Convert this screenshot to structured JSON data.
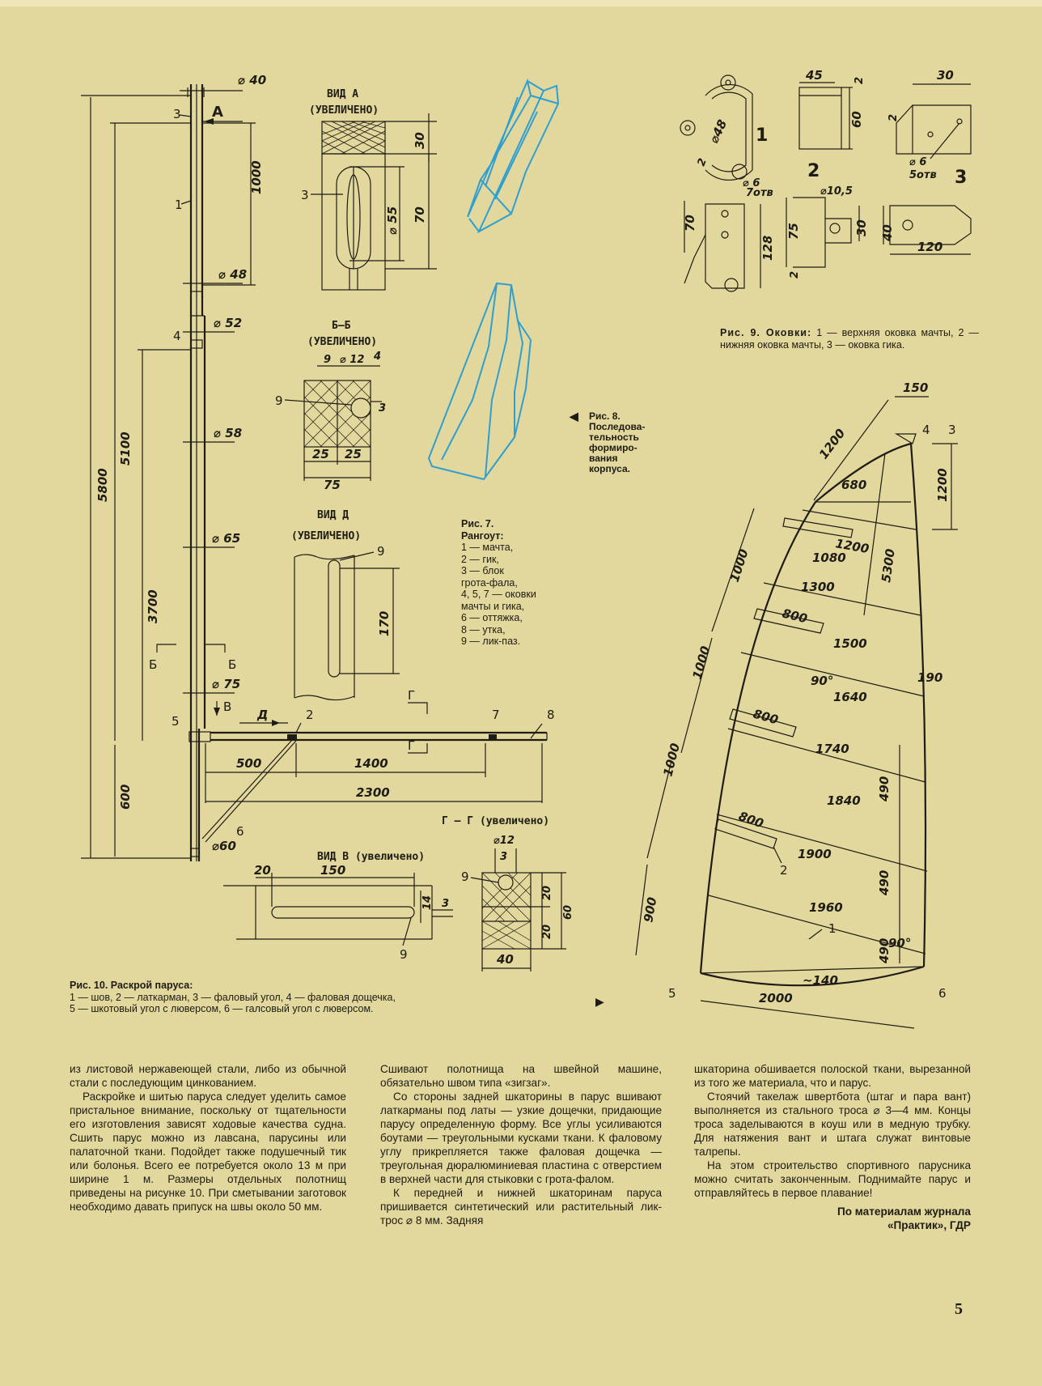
{
  "fig7": {
    "view_a_title": "ВИД А",
    "view_a_sub": "(УВЕЛИЧЕНО)",
    "section_bb_title": "Б–Б",
    "section_bb_sub": "(УВЕЛИЧЕНО)",
    "view_d_title": "ВИД Д",
    "view_d_sub": "(УВЕЛИЧЕНО)",
    "view_v_title": "ВИД В (увеличено)",
    "section_gg_title": "Г – Г (увеличено)",
    "caption_title": "Рис. 7.",
    "caption_sub": "Рангоут:",
    "caption_lines": [
      "1 — мачта,",
      "2 — гик,",
      "3 — блок",
      "грота-фала,",
      "4, 5, 7 — оковки",
      "мачты и гика,",
      "6 — оттяжка,",
      "8 — утка,",
      "9 — лик-паз."
    ],
    "dims": {
      "d40": "⌀ 40",
      "d48": "⌀ 48",
      "d52": "⌀ 52",
      "d58": "⌀ 58",
      "d65": "⌀ 65",
      "d75": "⌀ 75",
      "d60": "⌀60",
      "d55": "⌀ 55",
      "d12a": "⌀ 12",
      "d12b": "⌀12",
      "v1000": "1000",
      "v5800": "5800",
      "v5100": "5100",
      "v3700": "3700",
      "v600": "600",
      "v30": "30",
      "v70": "70",
      "v170": "170",
      "h9": "9",
      "h4": "4",
      "h3": "3",
      "h25a": "25",
      "h25b": "25",
      "h75": "75",
      "h500": "500",
      "h1400": "1400",
      "h2300": "2300",
      "h20": "20",
      "h150": "150",
      "h14": "14",
      "h3b": "3",
      "g3": "3",
      "g20a": "20",
      "g20b": "20",
      "g60": "60",
      "g40": "40"
    },
    "marks": {
      "m3": "3",
      "m1": "1",
      "m4": "4",
      "m5": "5",
      "m2": "2",
      "m7": "7",
      "m8": "8",
      "m6": "6",
      "m9a": "9",
      "m9b": "9",
      "m9c": "9",
      "m9d": "9",
      "m3b": "3",
      "a": "А",
      "b1": "Б",
      "b2": "Б",
      "v": "В",
      "d": "Д",
      "g1": "Г",
      "g2": "Г"
    }
  },
  "fig8": {
    "caption": [
      "Рис. 8.",
      "Последова-",
      "тельность",
      "формиро-",
      "вания",
      "корпуса."
    ]
  },
  "fig9": {
    "caption_title": "Рис. 9. Оковки:",
    "caption_text": "1 — верхняя оковка мачты, 2 — нижняя оковка мачты, 3 — оковка гика.",
    "labels": {
      "n1": "1",
      "n2": "2",
      "n3": "3"
    },
    "dims": {
      "d48": "⌀48",
      "d6a": "⌀ 6",
      "otv7": "7отв",
      "d6b": "⌀ 6",
      "otv5": "5отв",
      "d105": "⌀10,5",
      "h45": "45",
      "h2a": "2",
      "h60": "60",
      "h30": "30",
      "h2b": "2",
      "h2c": "2",
      "h70": "70",
      "h128": "128",
      "h75": "75",
      "h30b": "30",
      "h40": "40",
      "h120": "120",
      "h2d": "2"
    }
  },
  "fig10": {
    "caption_title": "Рис. 10. Раскрой паруса:",
    "caption_line1": "1 — шов, 2 — латкарман, 3 — фаловый угол, 4 — фаловая дощечка,",
    "caption_line2": "5 — шкотовый угол с люверсом, 6 — галсовый угол с люверсом.",
    "dims": {
      "w150": "150",
      "w1200a": "1200",
      "w680": "680",
      "w1200b": "1200",
      "w1200c": "1200",
      "w1080": "1080",
      "w1000a": "1000",
      "w5300": "5300",
      "w1300": "1300",
      "w800a": "800",
      "w1500": "1500",
      "w1000b": "1000",
      "a90a": "90°",
      "w1640": "1640",
      "w190": "190",
      "w800b": "800",
      "w1000c": "1000",
      "w1740": "1740",
      "w490a": "490",
      "w1840": "1840",
      "w800c": "800",
      "w490b": "490",
      "w1900": "1900",
      "w490c": "490",
      "w900": "900",
      "w1960": "1960",
      "a90b": "90°",
      "w140": "~140",
      "w2000": "2000"
    },
    "marks": {
      "m1": "1",
      "m2": "2",
      "m3": "3",
      "m4": "4",
      "m5": "5",
      "m6": "6"
    }
  },
  "article": {
    "col1": [
      "из листовой нержавеющей стали, либо из обычной стали с последующим цинкованием.",
      "Раскройке и шитью паруса следует уделить самое пристальное внимание, поскольку от тщательности его изготовления зависят ходовые качества судна. Сшить парус можно из лавсана, парусины или палаточной ткани. Подойдет также подушечный тик или болонья. Всего ее потребуется около 13 м при ширине 1 м. Размеры отдельных полотнищ приведены на рисунке 10. При сметывании заготовок необходимо давать припуск на швы около 50 мм."
    ],
    "col2": [
      "Сшивают полотнища на швейной машине, обязательно швом типа «зигзаг».",
      "Со стороны задней шкаторины в парус вшивают латкарманы под латы — узкие дощечки, придающие парусу определенную форму. Все углы усиливаются боутами — треугольными кусками ткани. К фаловому углу прикрепляется также фаловая дощечка — треугольная дюралюминиевая пластина с отверстием в верхней части для стыковки с грота-фалом.",
      "К передней и нижней шкаторинам паруса пришивается синтетический или растительный лик-трос ⌀ 8 мм. Задняя"
    ],
    "col3": [
      "шкаторина обшивается полоской ткани, вырезанной из того же материала, что и парус.",
      "Стоячий такелаж швертбота (штаг и пара вант) выполняется из стального троса ⌀ 3—4 мм. Концы троса заделываются в коуш или в медную трубку. Для натяжения вант и штага служат винтовые талрепы.",
      "На этом строительство спортивного парусника можно считать законченным. Поднимайте парус и отправляйтесь в первое плавание!"
    ],
    "signature1": "По материалам журнала",
    "signature2": "«Практик», ГДР"
  },
  "page_number": "5"
}
